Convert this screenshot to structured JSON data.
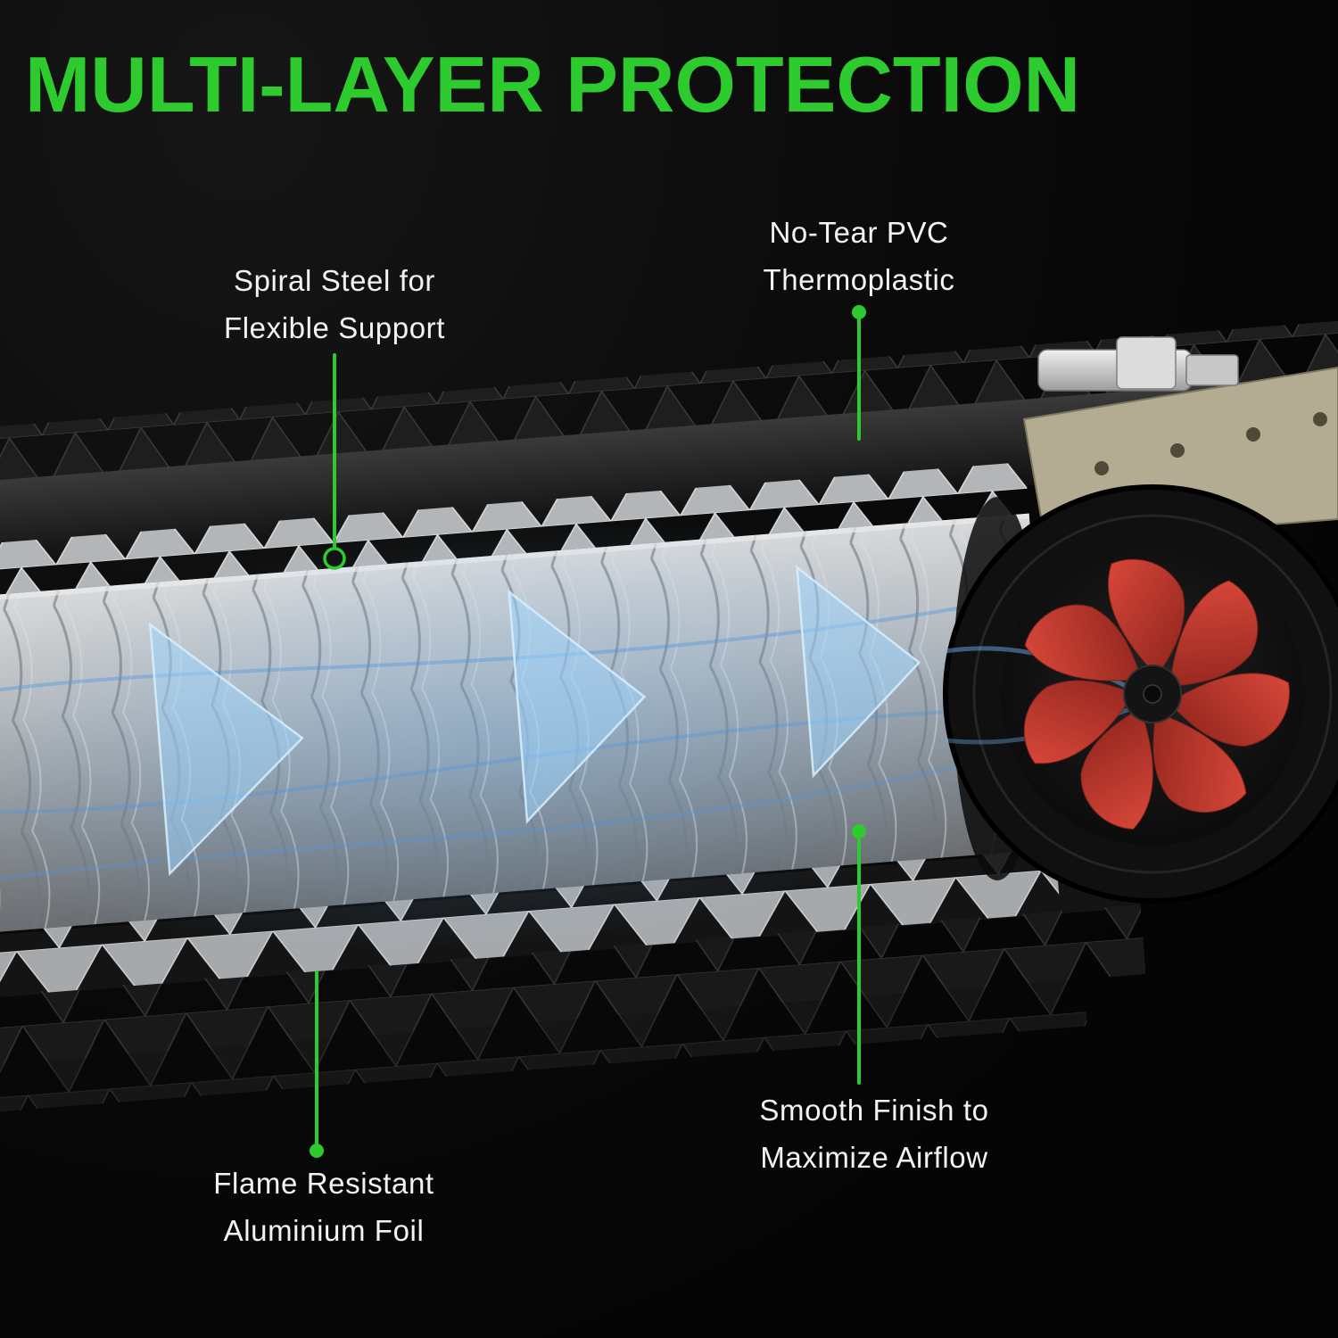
{
  "header": {
    "title": "MULTI-LAYER PROTECTION"
  },
  "callouts": {
    "spiral_steel": {
      "line1": "Spiral Steel for",
      "line2": "Flexible Support"
    },
    "pvc": {
      "line1": "No-Tear PVC",
      "line2": "Thermoplastic"
    },
    "foil": {
      "line1": "Flame Resistant",
      "line2": "Aluminium Foil"
    },
    "smooth": {
      "line1": "Smooth Finish to",
      "line2": "Maximize Airflow"
    }
  },
  "colors": {
    "accent_green": "#2dcb2d",
    "background": "#050505",
    "label_text": "#f3f3f3",
    "airflow_blue": "#9ed6ff",
    "fan_red": "#c0392b",
    "foil_silver": "#b6b9bc",
    "pvc_black": "#1e1e1e"
  }
}
